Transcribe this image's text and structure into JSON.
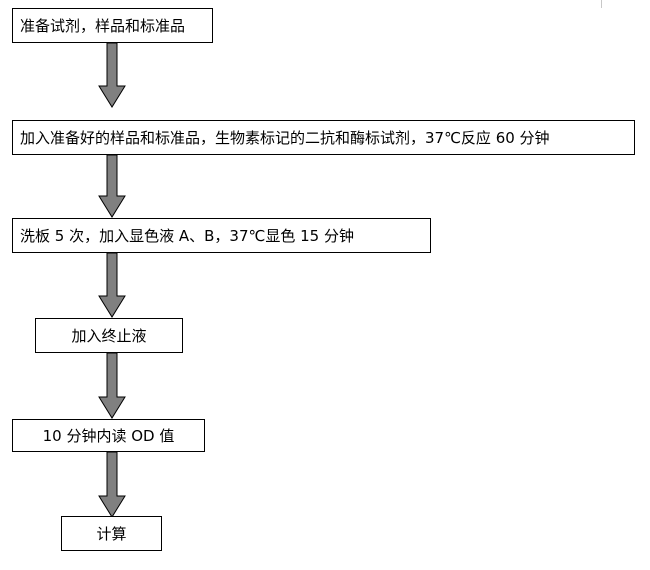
{
  "flowchart": {
    "steps": [
      {
        "id": "prepare",
        "text": "准备试剂，样品和标准品"
      },
      {
        "id": "incubate",
        "text": "加入准备好的样品和标准品，生物素标记的二抗和酶标试剂，37℃反应 60 分钟"
      },
      {
        "id": "wash-develop",
        "text": "洗板 5 次，加入显色液 A、B，37℃显色 15 分钟"
      },
      {
        "id": "stop",
        "text": "加入终止液"
      },
      {
        "id": "read-od",
        "text": "10 分钟内读 OD 值"
      },
      {
        "id": "calculate",
        "text": "计算"
      }
    ]
  },
  "colors": {
    "arrow_fill": "#808080",
    "arrow_stroke": "#000000",
    "box_border": "#000000"
  }
}
